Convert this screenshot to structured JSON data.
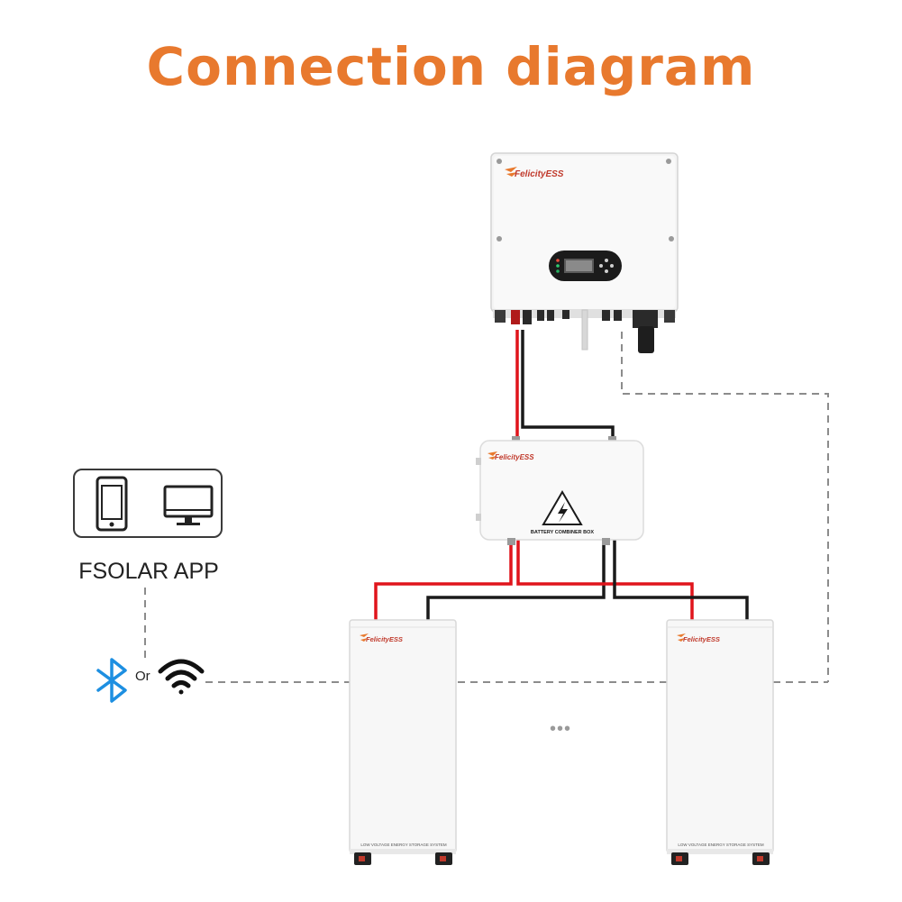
{
  "title": "Connection diagram",
  "inverter": {
    "brand": "FelicityESS"
  },
  "combiner": {
    "brand": "FelicityESS",
    "label": "BATTERY COMBINER BOX"
  },
  "app": {
    "label": "FSOLAR APP",
    "or_text": "Or"
  },
  "batteries": [
    {
      "brand": "FelicityESS",
      "label": "LOW VOLTAGE ENERGY STORAGE SYSTEM"
    },
    {
      "brand": "FelicityESS",
      "label": "LOW VOLTAGE ENERGY STORAGE SYSTEM"
    }
  ],
  "ellipsis": "•••",
  "colors": {
    "title": "#e8792e",
    "positive_cable": "#e0141b",
    "negative_cable": "#1a1a1a",
    "comm_line": "#8c8c8c",
    "bluetooth": "#1d8fe1"
  },
  "icons": [
    "phone-icon",
    "monitor-icon",
    "bluetooth-icon",
    "wifi-icon",
    "warning-icon"
  ]
}
